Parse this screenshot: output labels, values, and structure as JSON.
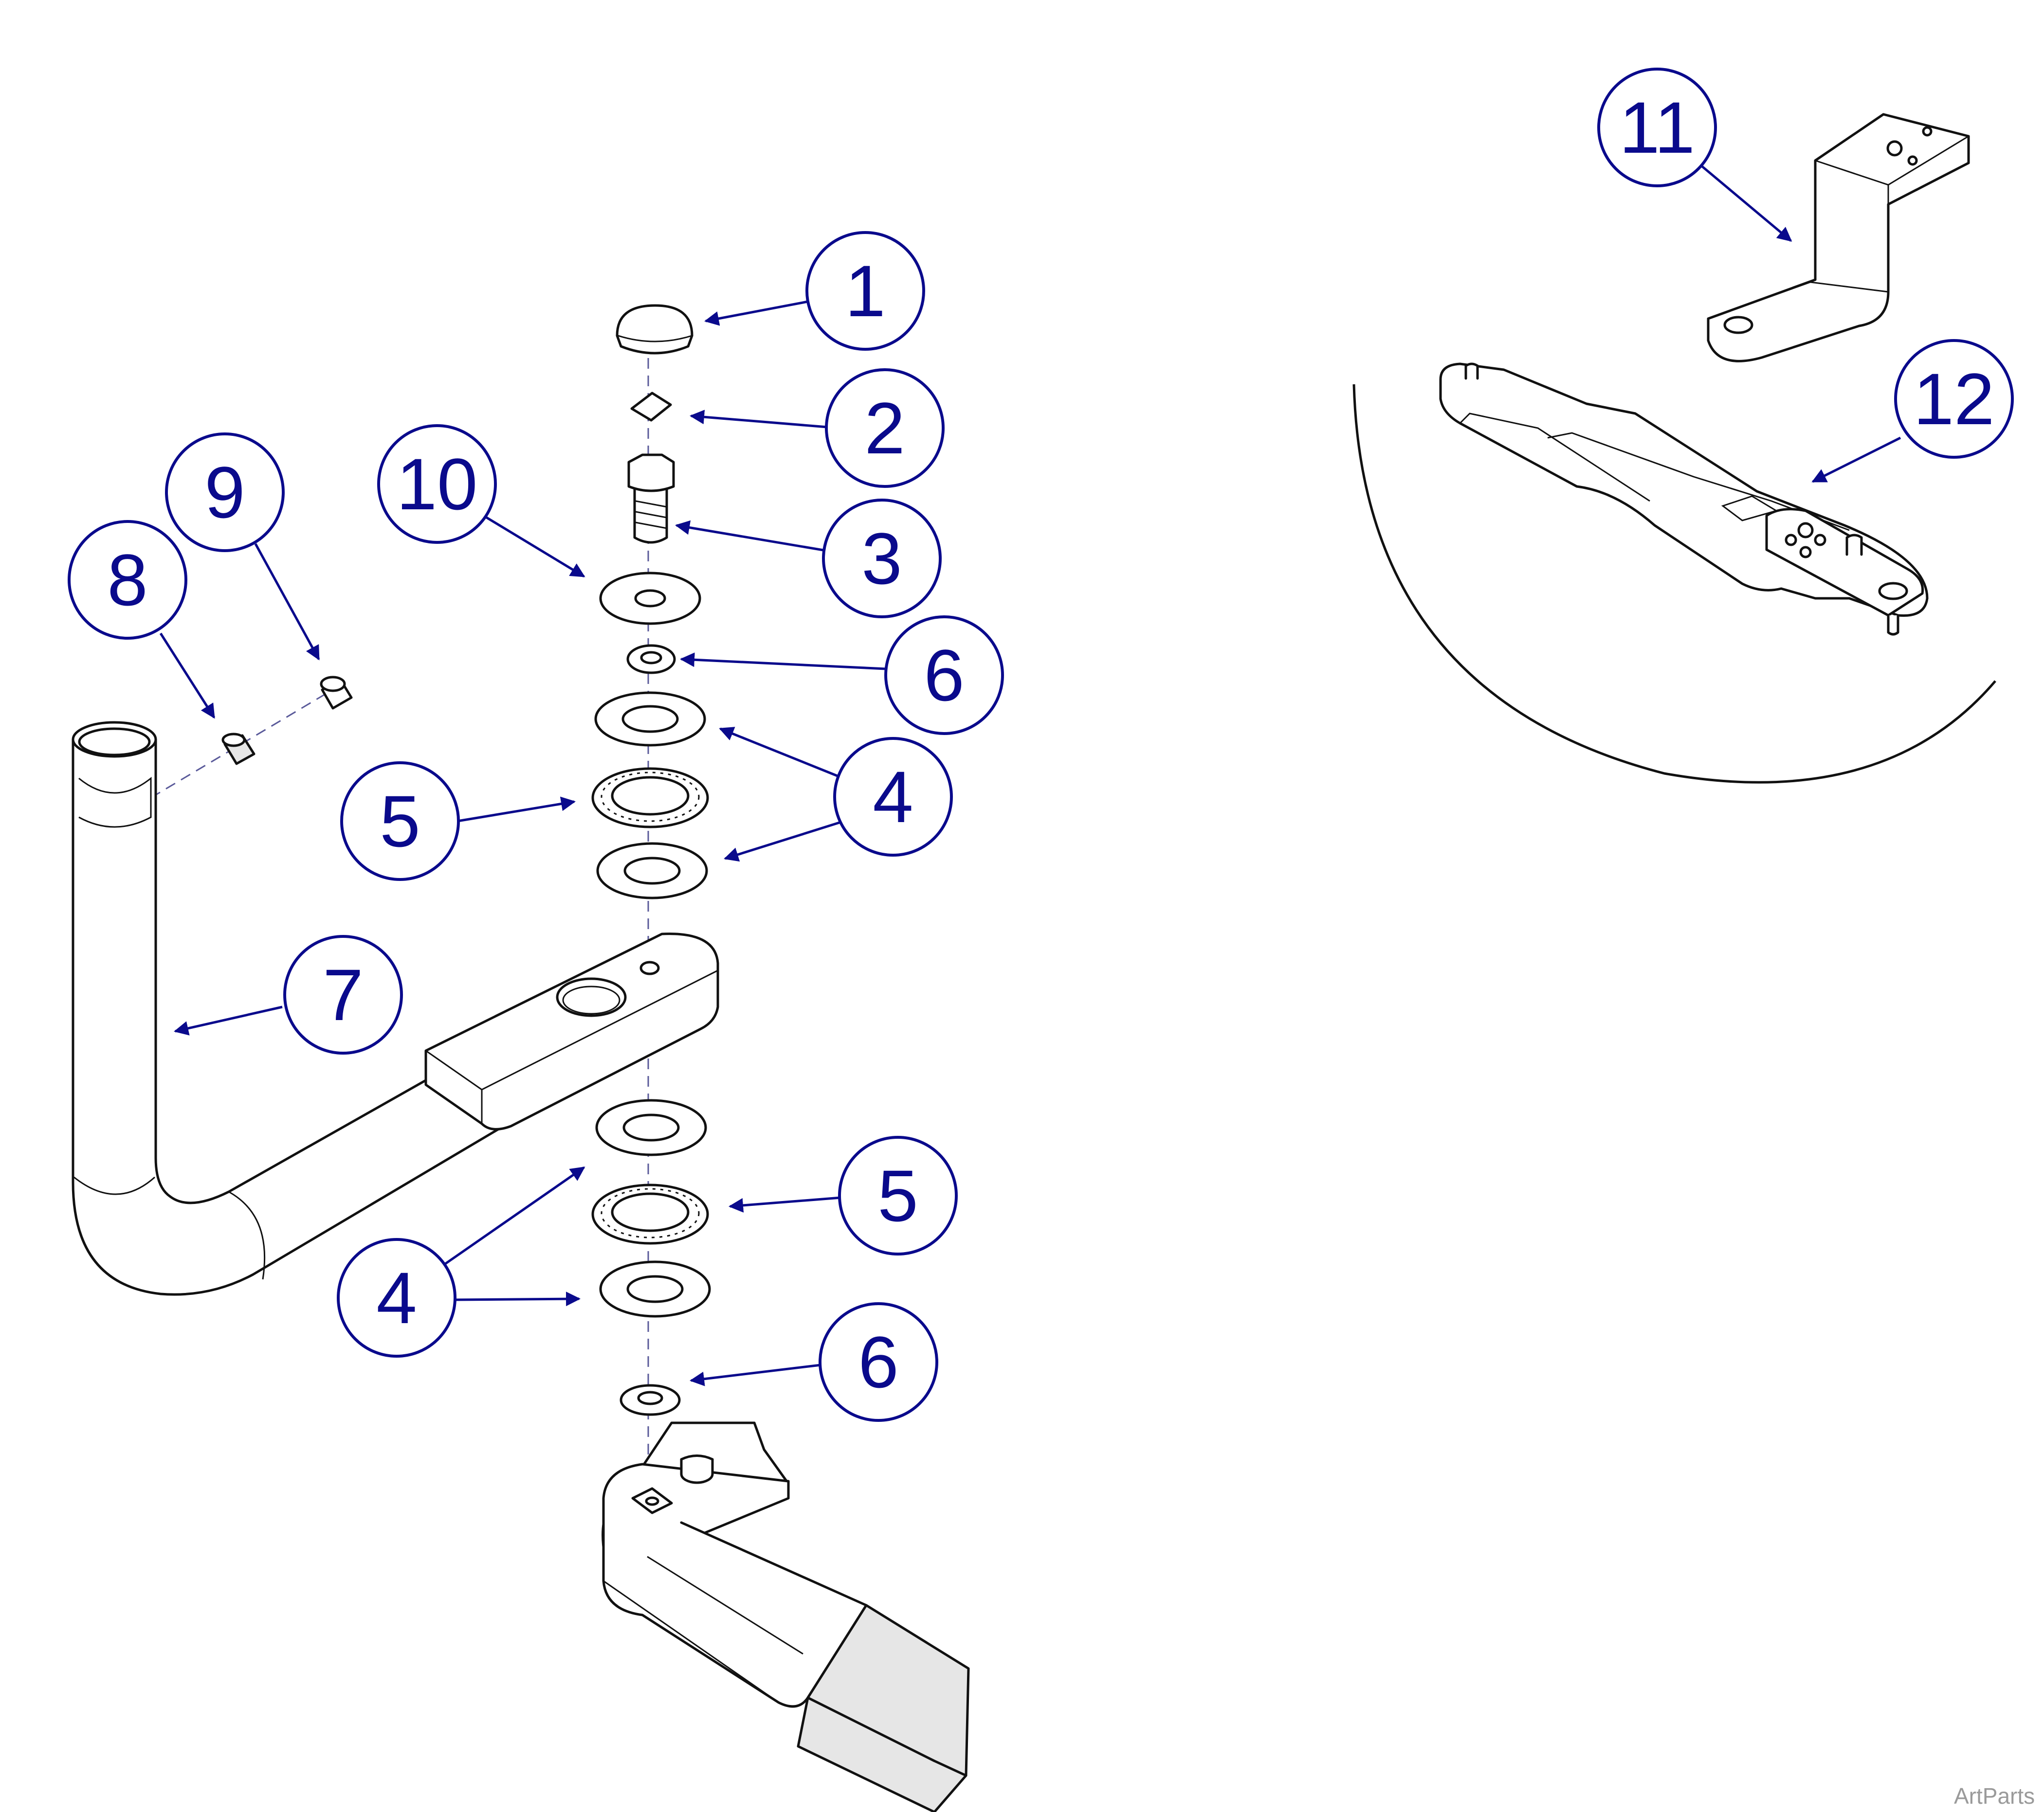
{
  "callouts": [
    {
      "label": "1"
    },
    {
      "label": "2"
    },
    {
      "label": "3"
    },
    {
      "label": "4"
    },
    {
      "label": "4"
    },
    {
      "label": "4"
    },
    {
      "label": "4"
    },
    {
      "label": "5"
    },
    {
      "label": "5"
    },
    {
      "label": "6"
    },
    {
      "label": "6"
    },
    {
      "label": "7"
    },
    {
      "label": "8"
    },
    {
      "label": "9"
    },
    {
      "label": "10"
    },
    {
      "label": "11"
    },
    {
      "label": "12"
    }
  ],
  "watermark": "ArtParts",
  "colors": {
    "callout": "#0a0a8c",
    "line": "#111111",
    "shade": "#e6e6e6"
  }
}
